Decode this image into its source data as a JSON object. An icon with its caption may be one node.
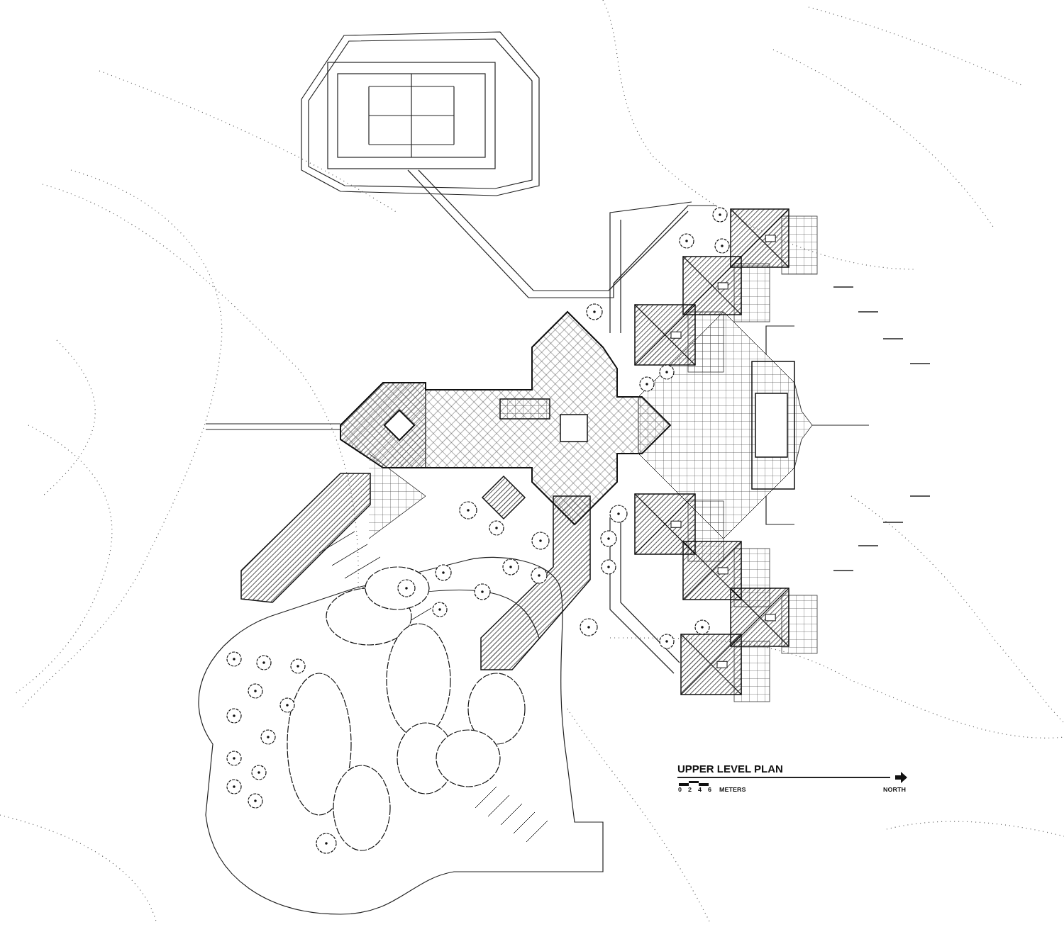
{
  "diagram": {
    "title": "UPPER LEVEL PLAN",
    "labels": [
      "0",
      "2",
      "4",
      "6",
      "METERS",
      "NORTH"
    ]
  }
}
